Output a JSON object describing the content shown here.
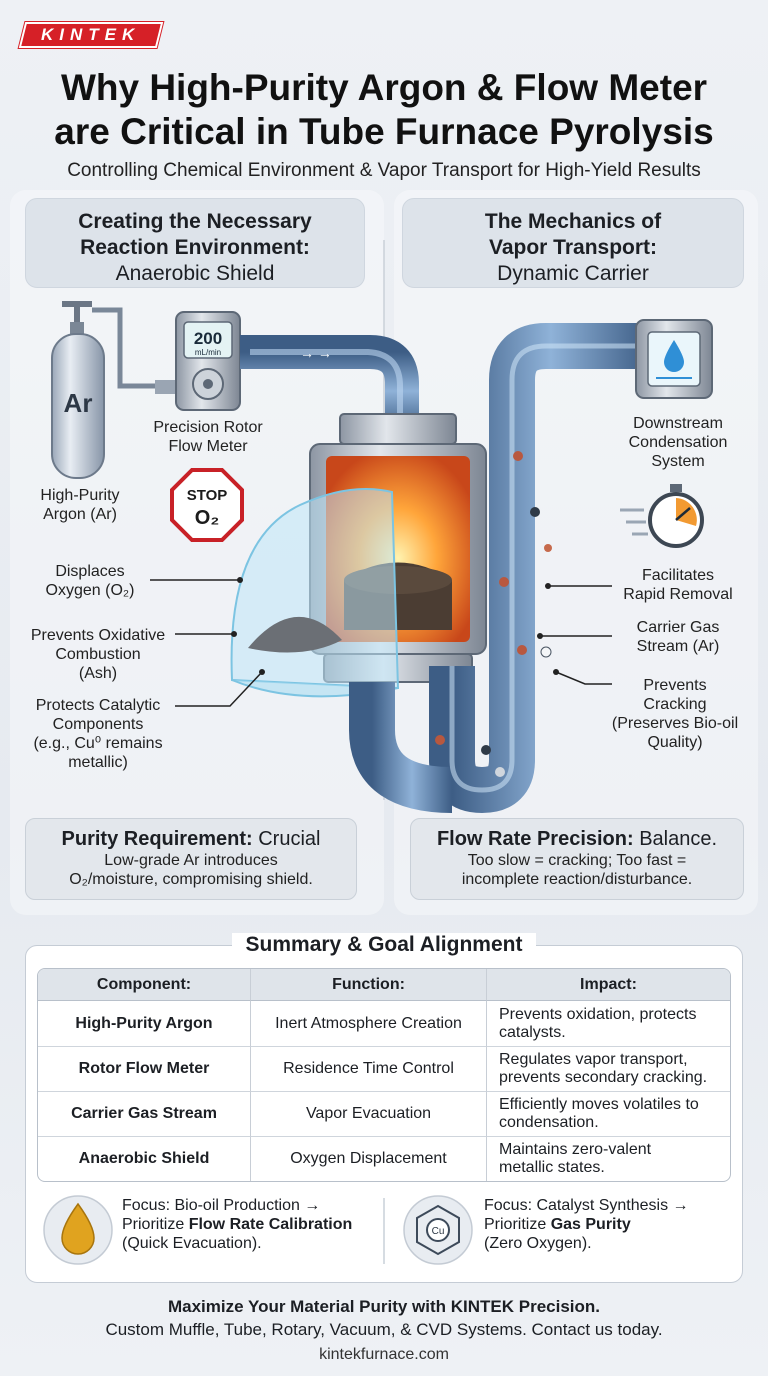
{
  "brand": {
    "logo_text": "KINTEK"
  },
  "header": {
    "title_line1": "Why High-Purity Argon & Flow Meter",
    "title_line2": "are Critical in Tube Furnace Pyrolysis",
    "subtitle": "Controlling Chemical Environment & Vapor Transport for High-Yield Results"
  },
  "left_panel": {
    "heading_line1": "Creating the Necessary",
    "heading_line2": "Reaction Environment:",
    "heading_line3": "Anaerobic Shield",
    "cylinder_label": "Ar",
    "flow_display": "200",
    "flow_unit": "mL/min",
    "flow_meter_label_1": "Precision Rotor",
    "flow_meter_label_2": "Flow Meter",
    "argon_label_1": "High-Purity",
    "argon_label_2": "Argon (Ar)",
    "stop_text_1": "STOP",
    "stop_text_2": "O₂",
    "callout_1a": "Displaces",
    "callout_1b": "Oxygen (O₂)",
    "callout_2a": "Prevents Oxidative",
    "callout_2b": "Combustion",
    "callout_2c": "(Ash)",
    "callout_3a": "Protects Catalytic",
    "callout_3b": "Components",
    "callout_3c": "(e.g., Cu⁰ remains",
    "callout_3d": "metallic)",
    "note_title_bold": "Purity Requirement:",
    "note_title_rest": " Crucial",
    "note_line1": "Low-grade Ar introduces",
    "note_line2": "O₂/moisture, compromising shield."
  },
  "right_panel": {
    "heading_line1": "The Mechanics of",
    "heading_line2": "Vapor Transport:",
    "heading_line3": "Dynamic Carrier",
    "condense_1": "Downstream",
    "condense_2": "Condensation",
    "condense_3": "System",
    "callout_1a": "Facilitates",
    "callout_1b": "Rapid Removal",
    "callout_2a": "Carrier Gas",
    "callout_2b": "Stream (Ar)",
    "callout_3a": "Prevents",
    "callout_3b": "Cracking",
    "callout_3c": "(Preserves Bio-oil",
    "callout_3d": "Quality)",
    "note_title_bold": "Flow Rate Precision:",
    "note_title_rest": " Balance.",
    "note_line1": "Too slow = cracking; Too fast =",
    "note_line2": "incomplete reaction/disturbance."
  },
  "summary": {
    "title": "Summary & Goal Alignment",
    "columns": [
      "Component:",
      "Function:",
      "Impact:"
    ],
    "rows": [
      {
        "component": "High-Purity Argon",
        "function": "Inert Atmosphere Creation",
        "impact_1": "Prevents oxidation, protects",
        "impact_2": "catalysts."
      },
      {
        "component": "Rotor Flow Meter",
        "function": "Residence Time Control",
        "impact_1": "Regulates vapor transport,",
        "impact_2": "prevents secondary cracking."
      },
      {
        "component": "Carrier Gas Stream",
        "function": "Vapor Evacuation",
        "impact_1": "Efficiently moves volatiles to",
        "impact_2": "condensation."
      },
      {
        "component": "Anaerobic Shield",
        "function": "Oxygen Displacement",
        "impact_1": "Maintains zero-valent",
        "impact_2": "metallic states."
      }
    ],
    "focus_left": {
      "line1": "Focus: Bio-oil Production →",
      "line2_pre": "Prioritize ",
      "line2_bold": "Flow Rate Calibration",
      "line3": "(Quick Evacuation)."
    },
    "focus_right": {
      "line1": "Focus: Catalyst Synthesis →",
      "line2_pre": "Prioritize ",
      "line2_bold": "Gas Purity",
      "line3": "(Zero Oxygen).",
      "icon_text": "Cu"
    }
  },
  "footer": {
    "line1": "Maximize Your Material Purity with KINTEK Precision.",
    "line2": "Custom Muffle, Tube, Rotary, Vacuum, & CVD Systems. Contact us today.",
    "website": "kintekfurnace.com"
  }
}
